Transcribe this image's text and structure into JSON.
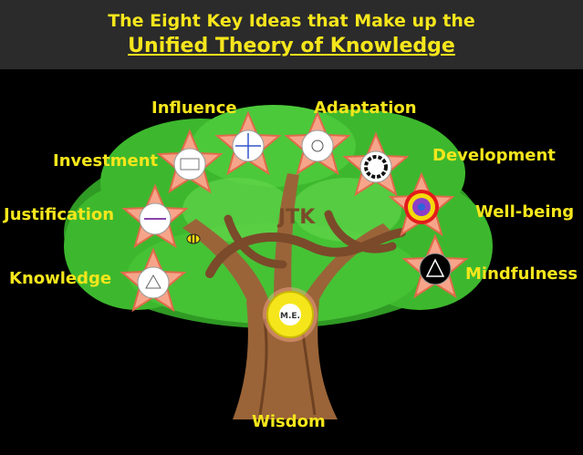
{
  "title": {
    "line1": "The Eight Key Ideas that Make up the",
    "line2": "Unified Theory of Knowledge"
  },
  "center_logo": "JTK",
  "wisdom_badge": "M.E.",
  "labels": {
    "influence": "Influence",
    "adaptation": "Adaptation",
    "investment": "Investment",
    "development": "Development",
    "justification": "Justification",
    "wellbeing": "Well-being",
    "knowledge": "Knowledge",
    "mindfulness": "Mindfulness",
    "wisdom": "Wisdom"
  },
  "colors": {
    "label_text": "#f5e61c",
    "banner": "#2b2b2b",
    "background": "#000000",
    "leaf": "#3db82e",
    "trunk": "#9a6438",
    "flower": "#f6a58a"
  }
}
